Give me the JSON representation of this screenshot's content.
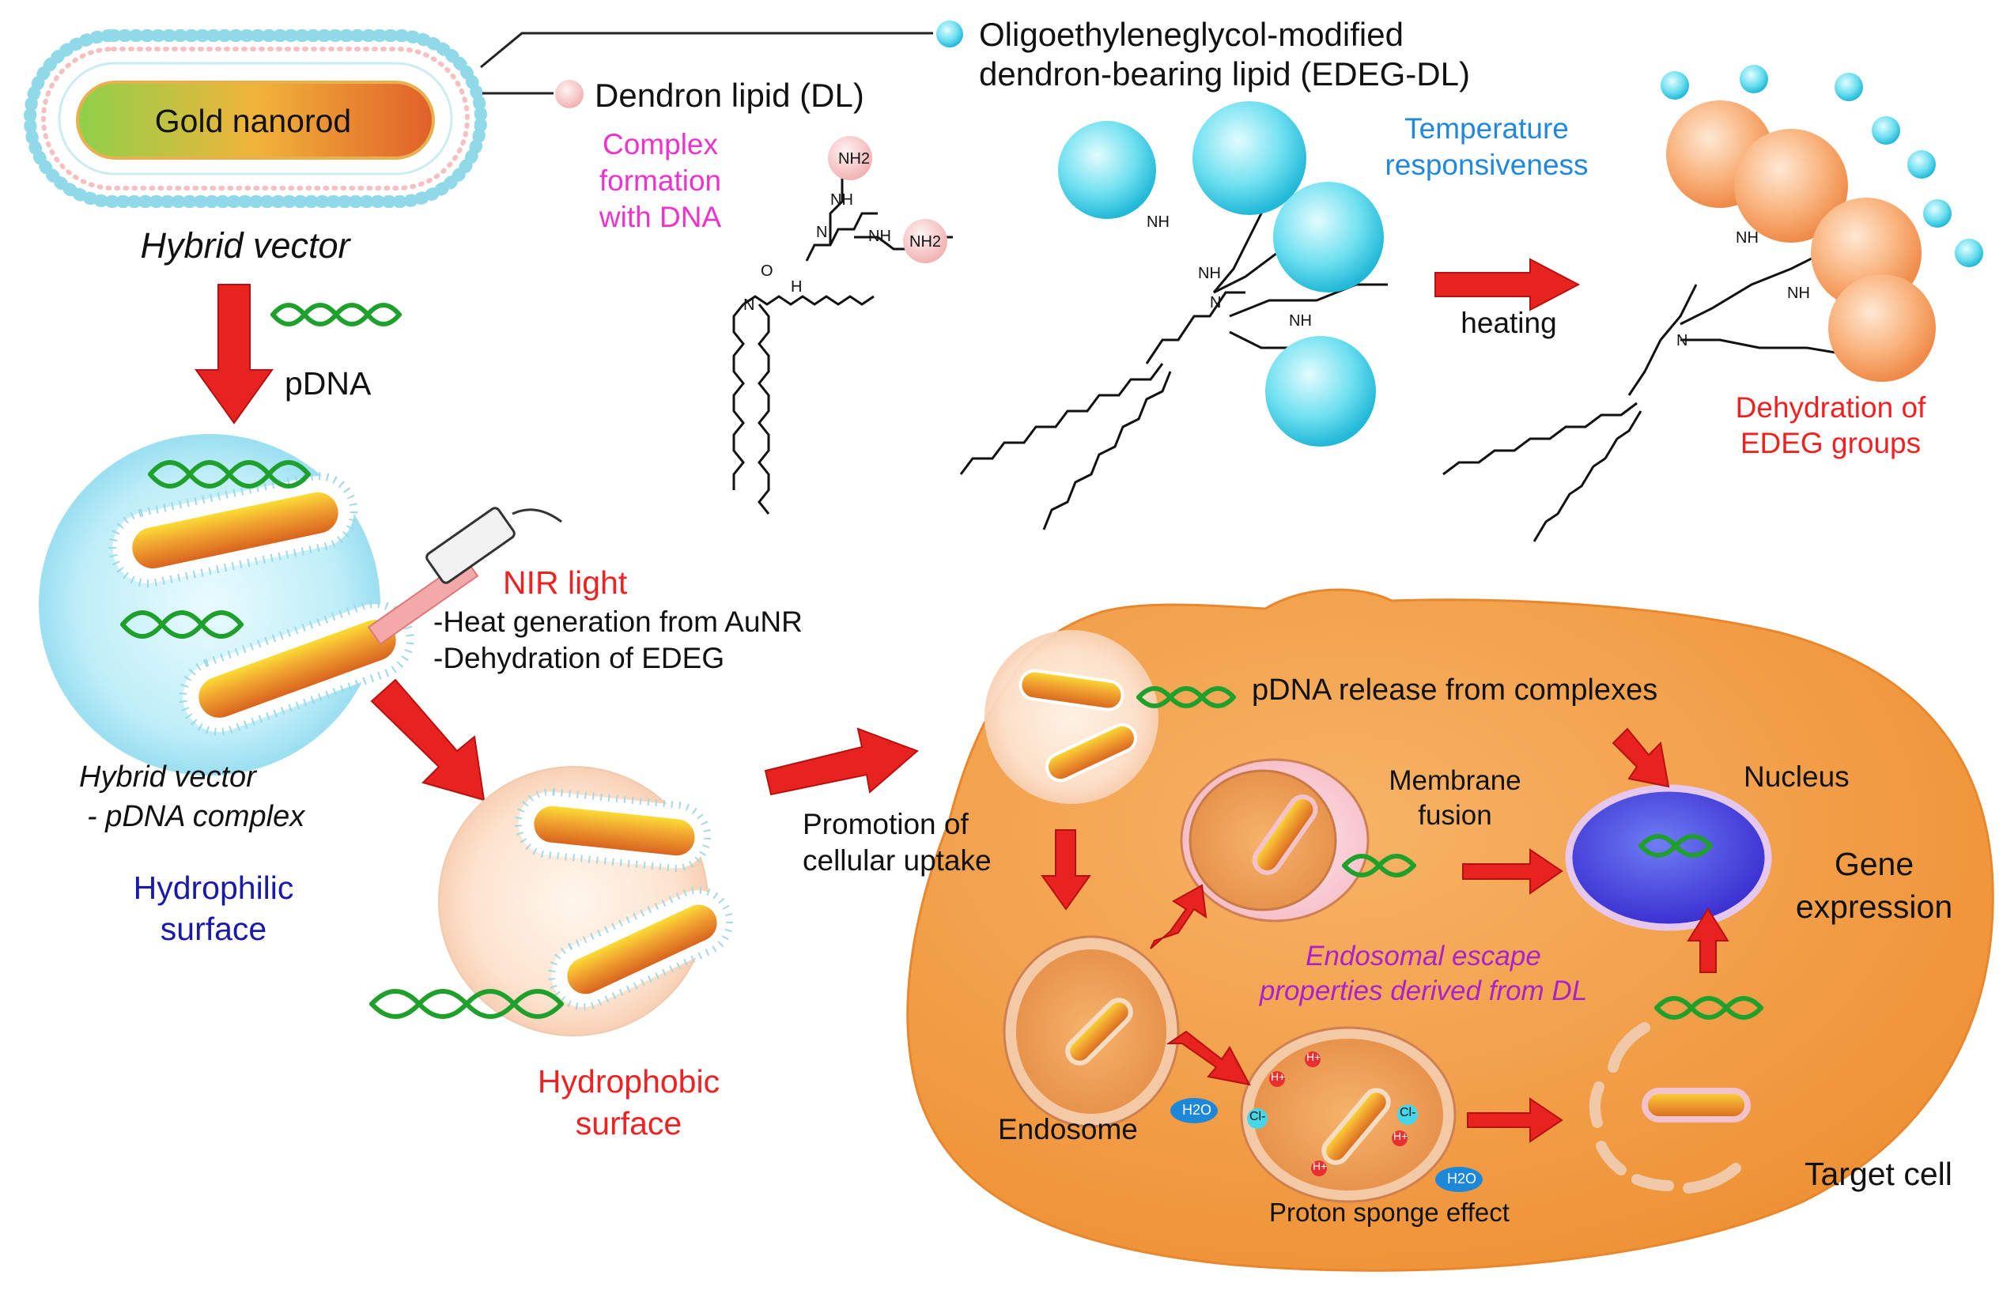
{
  "labels": {
    "gold_nanorod": "Gold nanorod",
    "hybrid_vector": "Hybrid vector",
    "dendron_lipid": "Dendron lipid (DL)",
    "edeg_line1": "Oligoethyleneglycol-modified",
    "edeg_line2": "dendron-bearing lipid (EDEG-DL)",
    "complex_line1": "Complex",
    "complex_line2": "formation",
    "complex_line3": "with DNA",
    "temp_line1": "Temperature",
    "temp_line2": "responsiveness",
    "heating": "heating",
    "dehydration_edeg_line1": "Dehydration of",
    "dehydration_edeg_line2": "EDEG groups",
    "pdna": "pDNA",
    "nir_light": "NIR light",
    "nir_effect1": "-Heat generation from AuNR",
    "nir_effect2": "-Dehydration of EDEG",
    "complex_line_a": "Hybrid vector",
    "complex_line_b": "- pDNA complex",
    "hydrophilic_line1": "Hydrophilic",
    "hydrophilic_line2": "surface",
    "hydrophobic_line1": "Hydrophobic",
    "hydrophobic_line2": "surface",
    "promotion_line1": "Promotion of",
    "promotion_line2": "cellular uptake",
    "pdna_release": "pDNA release from complexes",
    "membrane_line1": "Membrane",
    "membrane_line2": "fusion",
    "nucleus": "Nucleus",
    "gene_line1": "Gene",
    "gene_line2": "expression",
    "escape_line1": "Endosomal escape",
    "escape_line2": "properties derived from DL",
    "endosome": "Endosome",
    "proton_sponge": "Proton sponge effect",
    "target_cell": "Target cell",
    "chem": {
      "nh2": "NH2",
      "nh": "NH",
      "n": "N",
      "o": "O",
      "h": "H",
      "h2o": "H2O",
      "cl": "Cl-",
      "hplus": "H+"
    }
  },
  "colors": {
    "magenta": "#ee33cc",
    "cyan": "#2288dd",
    "red": "#ee2222",
    "blue": "#1a1aaa",
    "purple": "#aa22cc",
    "arrow": "#e8231f",
    "cell": "#f4a048",
    "nucleus": "#5a4de6",
    "teal_bead": "#44d6ea",
    "orange_bead": "#f7a86a",
    "pink_bead": "#f6c0c0"
  }
}
